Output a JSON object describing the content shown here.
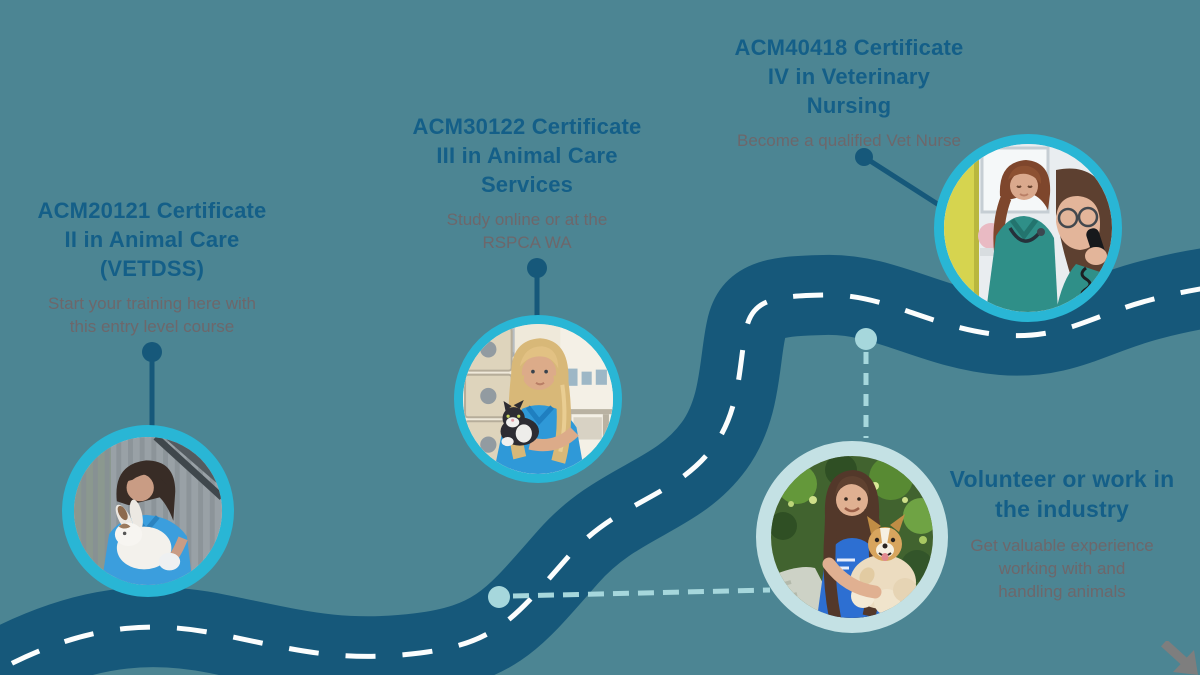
{
  "page": {
    "background": "#4c8593"
  },
  "road": {
    "asphalt_color": "#16587a",
    "centerline_color": "#fbfdfd"
  },
  "connectors": {
    "solid_color": "#16587a",
    "dashed_color": "#a6d7dc"
  },
  "rings": {
    "bright": "#29b6d5",
    "pale": "#c4e1e4"
  },
  "corner_arrow": {
    "color": "#7e7e7e"
  },
  "steps": [
    {
      "title": "ACM20121 Certificate\nII in Animal Care\n(VETDSS)",
      "subtitle": "Start your training here with\nthis entry level course",
      "photo": "student holding white rabbit in shelter shed"
    },
    {
      "title": "ACM30122 Certificate\nIII in Animal Care\nServices",
      "subtitle": "Study online or at the\nRSPCA WA",
      "photo": "staff member holding black and white kitten in cattery"
    },
    {
      "title": "ACM40418 Certificate\nIV in Veterinary\nNursing",
      "subtitle": "Become a qualified Vet Nurse",
      "photo": "two vet nurses in teal scrubs answering phone"
    },
    {
      "title": "Volunteer or work in\nthe industry",
      "subtitle": "Get valuable experience\nworking with and\nhandling animals",
      "photo": "volunteer in blue shirt holding dog outdoors"
    }
  ]
}
